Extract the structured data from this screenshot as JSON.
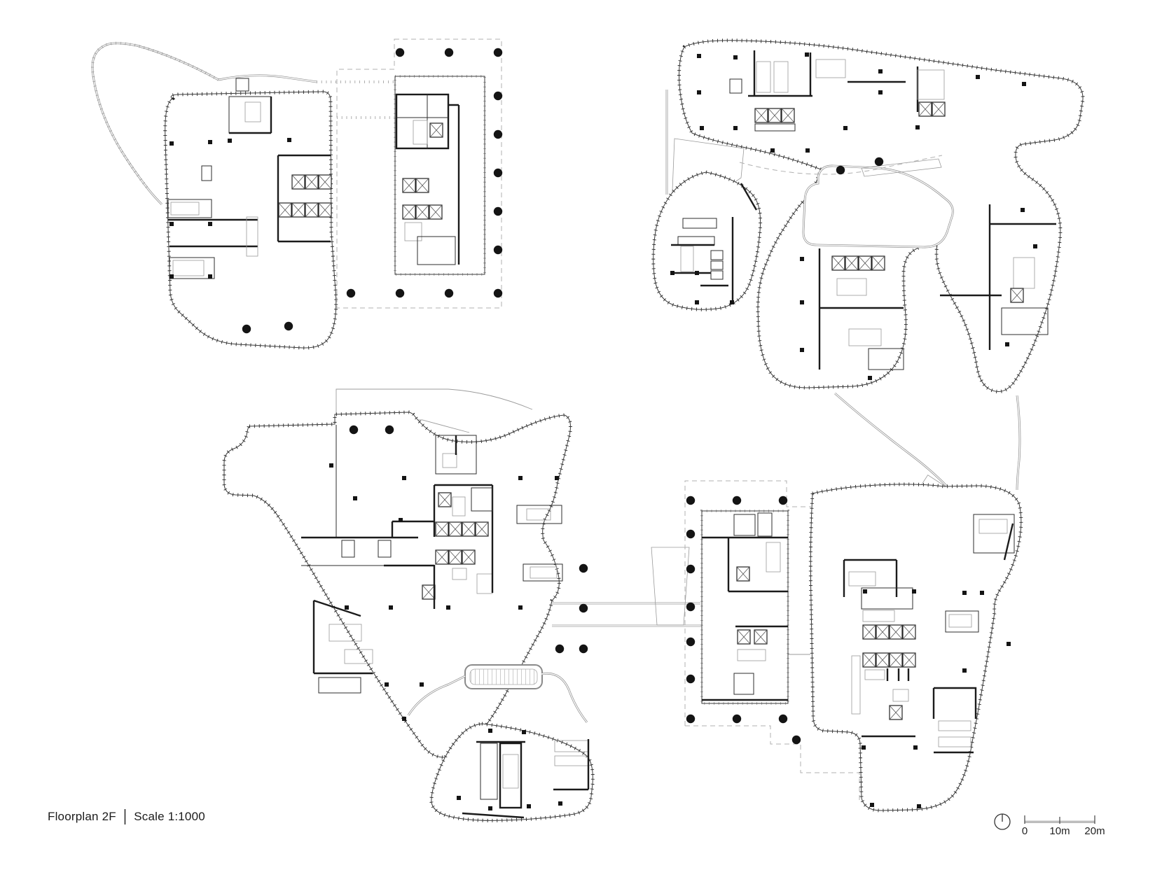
{
  "title_block": {
    "floor_label": "Floorplan 2F",
    "separator": "|",
    "scale_label": "Scale 1:1000"
  },
  "scale_bar": {
    "labels": [
      "0",
      "10m",
      "20m"
    ]
  },
  "icons": {
    "north_indicator": "circle-with-needle"
  },
  "colors": {
    "background": "#ffffff",
    "linework_dark": "#1b1b1b",
    "linework_light": "#9b9b9b",
    "dashed_guides": "#b0b0b0",
    "stair_hatch": "#8f8f8f",
    "walkway": "#8a8a8a",
    "column": "#141414",
    "scale_bar_fill": "#bdbdbd",
    "title_text": "#1a1a1a"
  }
}
